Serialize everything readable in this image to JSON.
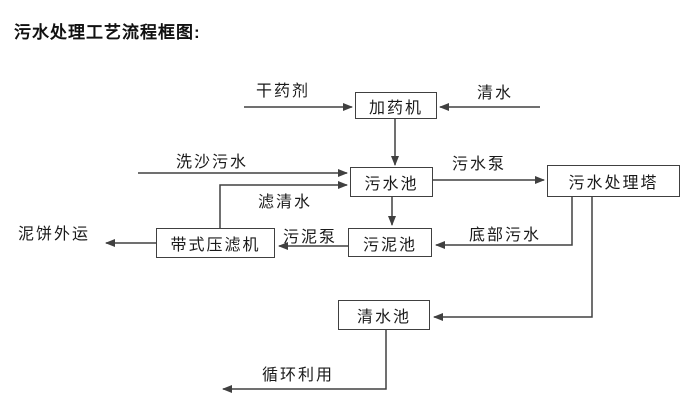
{
  "title": "污水处理工艺流程框图:",
  "diagram": {
    "nodes": {
      "dosing_machine": {
        "label": "加药机"
      },
      "sewage_pool": {
        "label": "污水池"
      },
      "treatment_tower": {
        "label": "污水处理塔"
      },
      "sludge_pool": {
        "label": "污泥池"
      },
      "belt_filter_press": {
        "label": "带式压滤机"
      },
      "clean_water_pool": {
        "label": "清水池"
      }
    },
    "edge_labels": {
      "dry_agent": "干药剂",
      "clean_water": "清水",
      "sand_washing_sewage": "洗沙污水",
      "sewage_pump": "污水泵",
      "filtered_water": "滤清水",
      "sludge_pump": "污泥泵",
      "bottom_sewage": "底部污水",
      "mud_cake_outbound": "泥饼外运",
      "recycling": "循环利用"
    },
    "edges": [
      {
        "from": "dry_agent_input",
        "to": "dosing_machine",
        "label": "干药剂"
      },
      {
        "from": "clean_water_input",
        "to": "dosing_machine",
        "label": "清水"
      },
      {
        "from": "dosing_machine",
        "to": "sewage_pool",
        "label": ""
      },
      {
        "from": "sand_washing_input",
        "to": "sewage_pool",
        "label": "洗沙污水"
      },
      {
        "from": "belt_filter_press",
        "to": "sewage_pool",
        "label": "滤清水"
      },
      {
        "from": "sewage_pool",
        "to": "treatment_tower",
        "label": "污水泵"
      },
      {
        "from": "sewage_pool",
        "to": "sludge_pool",
        "label": ""
      },
      {
        "from": "treatment_tower",
        "to": "sludge_pool",
        "label": "底部污水"
      },
      {
        "from": "sludge_pool",
        "to": "belt_filter_press",
        "label": "污泥泵"
      },
      {
        "from": "belt_filter_press",
        "to": "mud_cake_outbound",
        "label": "泥饼外运"
      },
      {
        "from": "treatment_tower",
        "to": "clean_water_pool",
        "label": ""
      },
      {
        "from": "clean_water_pool",
        "to": "recycling_output",
        "label": "循环利用"
      }
    ],
    "colors": {
      "line": "#404040",
      "text": "#1a1a1a",
      "background": "#ffffff"
    }
  }
}
